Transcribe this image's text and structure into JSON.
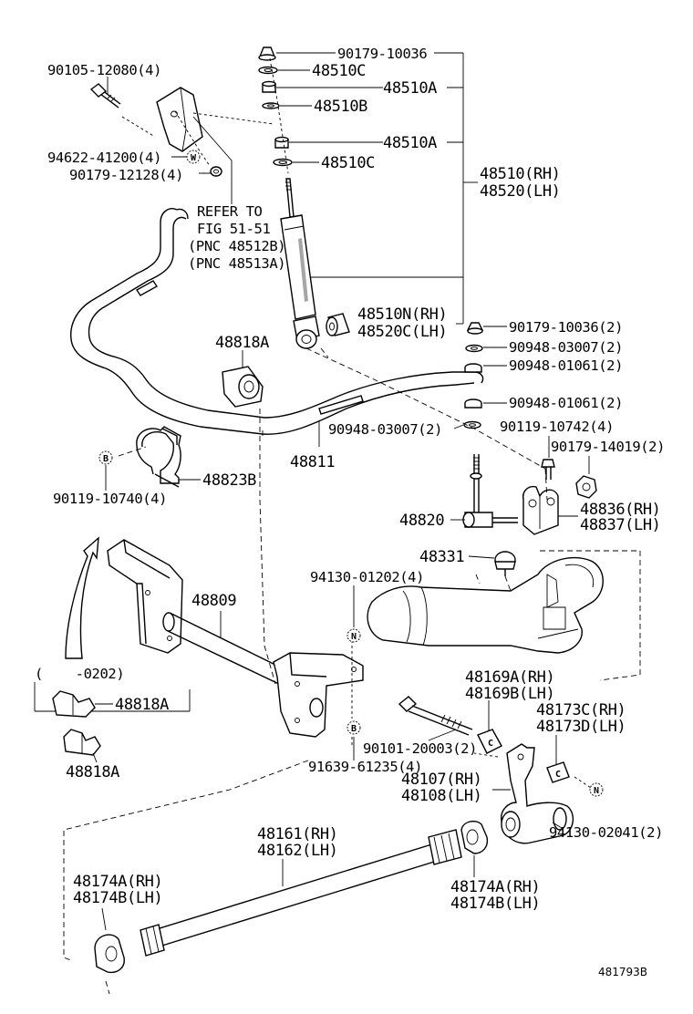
{
  "diagram": {
    "labels": {
      "p_90179_10036": "90179-10036",
      "p_48510C_top": "48510C",
      "p_48510A_top": "48510A",
      "p_48510B": "48510B",
      "p_48510A_mid": "48510A",
      "p_48510C_mid": "48510C",
      "p_48510_rh": "48510(RH)",
      "p_48520_lh": "48520(LH)",
      "p_90105_12080": "90105-12080(4)",
      "p_94622_41200": "94622-41200(4)",
      "p_90179_12128": "90179-12128(4)",
      "refer_1": "REFER TO",
      "refer_2": "FIG 51-51",
      "refer_3": "(PNC 48512B)",
      "refer_4": "(PNC 48513A)",
      "p_48510N": "48510N(RH)",
      "p_48520C": "48520C(LH)",
      "p_90179_10036_2": "90179-10036(2)",
      "p_90948_03007_2a": "90948-03007(2)",
      "p_90948_01061_2a": "90948-01061(2)",
      "p_90948_01061_2b": "90948-01061(2)",
      "p_90948_03007_2b": "90948-03007(2)",
      "p_48818A_top": "48818A",
      "p_48811": "48811",
      "p_90119_10742": "90119-10742(4)",
      "p_90179_14019": "90179-14019(2)",
      "p_48823B": "48823B",
      "p_90119_10740": "90119-10740(4)",
      "p_48820": "48820",
      "p_48836": "48836(RH)",
      "p_48837": "48837(LH)",
      "p_48331": "48331",
      "p_94130_01202": "94130-01202(4)",
      "p_48809": "48809",
      "range_note": "(    -0202)",
      "p_48818A_mid": "48818A",
      "p_48818A_bot": "48818A",
      "p_48169A": "48169A(RH)",
      "p_48169B": "48169B(LH)",
      "p_48173C": "48173C(RH)",
      "p_48173D": "48173D(LH)",
      "p_90101_20003": "90101-20003(2)",
      "p_91639_61235": "91639-61235(4)",
      "p_48107": "48107(RH)",
      "p_48108": "48108(LH)",
      "p_94130_02041": "94130-02041(2)",
      "p_48161": "48161(RH)",
      "p_48162": "48162(LH)",
      "p_48174A_left": "48174A(RH)",
      "p_48174B_left": "48174B(LH)",
      "p_48174A_right": "48174A(RH)",
      "p_48174B_right": "48174B(LH)",
      "figure_code": "481793B"
    },
    "markers": {
      "W": "W",
      "B_upper": "B",
      "N_upper": "N",
      "B_lower": "B",
      "C_left": "C",
      "C_right": "C",
      "N_lower": "N"
    }
  }
}
